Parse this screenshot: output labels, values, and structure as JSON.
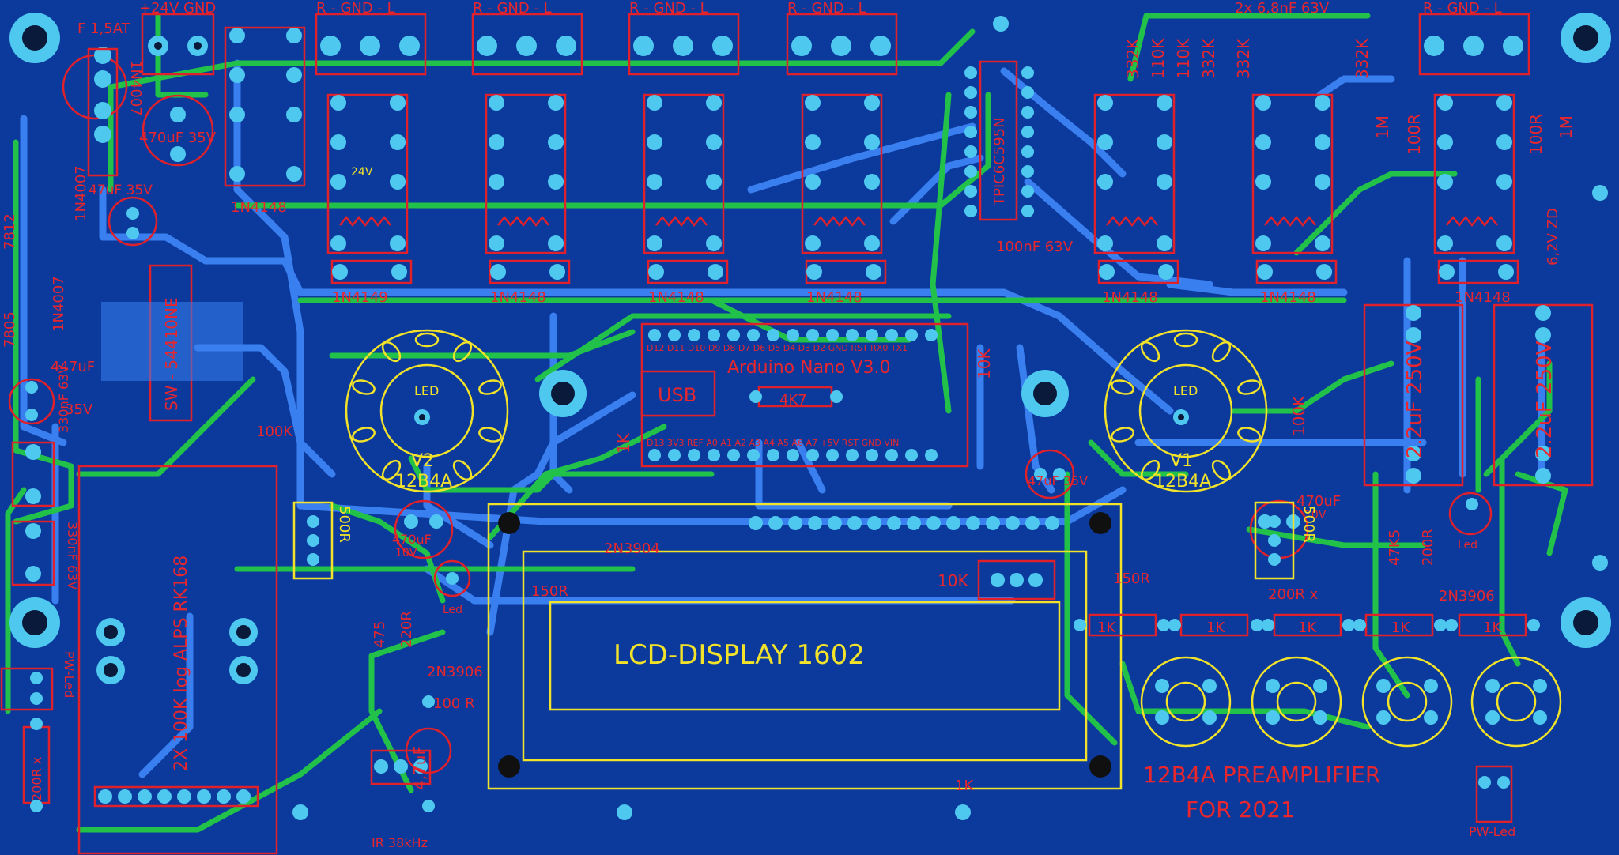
{
  "board": {
    "colors": {
      "background": "#0b3a9c",
      "bottom_copper": "#3a7ff0",
      "top_copper": "#22c24a",
      "silk_red": "#e8262e",
      "silk_yellow": "#f2e22a",
      "pad": "#4fc8f0"
    },
    "connectors": {
      "power": "+24V  GND",
      "rgl1": "R - GND - L",
      "rgl2": "R - GND - L",
      "rgl3": "R - GND - L",
      "rgl4": "R - GND - L",
      "rgl5": "R - GND - L",
      "cap_pair": "2x 6,8nF 63V"
    },
    "labels": {
      "fuse": "F 1,5AT",
      "cap_470_35": "470uF 35V",
      "cap_47_35": "47uF 35V",
      "diode_1n4007_a": "1N4007",
      "diode_1n4007_b": "1N4007",
      "diode_1n4007_c": "1N4007",
      "vreg_7812": "7812",
      "vreg_7805": "7805",
      "cap_447": "447uF",
      "cap_447_v": "35V",
      "cap_330_a": "330nF 63V",
      "cap_330_b": "330nF 63V",
      "rotary_switch": "SW - 54410NE",
      "diode_d1": "1N4148",
      "diode_d2": "1N4149",
      "diode_d3": "1N4148",
      "diode_d4": "1N4148",
      "diode_d5": "1N4148",
      "diode_d6": "1N4148",
      "diode_d7": "1N4148",
      "diode_d8": "1N4148",
      "relay_v": "24V",
      "ic_driver": "TPIC6C595N",
      "cap_100n": "100nF 63V",
      "r_332k_a": "332K",
      "r_110k_a": "110K",
      "r_110k_b": "110K",
      "r_332k_b": "332K",
      "r_332k_c": "332K",
      "r_332k_d": "332K",
      "r_1m_a": "1M",
      "r_100r_a": "100R",
      "r_100r_b": "100R",
      "r_1m_b": "1M",
      "zener": "6,2V ZD",
      "tube_v2": "V2",
      "tube_v1": "V1",
      "tube_type_a": "12B4A",
      "tube_type_b": "12B4A",
      "tube_led_a": "LED",
      "tube_led_b": "LED",
      "arduino": "Arduino Nano V3.0",
      "usb": "USB",
      "r_4k7": "4K7",
      "r_10k_v": "10K",
      "r_1k_v": "1K",
      "r_100k_a": "100K",
      "r_100k_b": "100K",
      "trim_500r_a": "500R",
      "trim_500r_b": "500R",
      "cap_470_10_a": "470uF",
      "cap_470_10_a_v": "10V",
      "cap_470_10_b": "470uF",
      "cap_470_10_b_v": "10V",
      "cap_47_35_b": "47uF 35V",
      "transistor_2n3904": "2N3904",
      "transistor_2n3906_a": "2N3906",
      "transistor_2n3906_b": "2N3906",
      "r_150r_a": "150R",
      "r_150r_b": "150R",
      "r_200r_a": "200R",
      "r_200r_b": "200R x",
      "r_475_a": "475",
      "r_475_b": "47K5",
      "r_220_a": "220R",
      "led_a": "Led",
      "led_b": "Led",
      "trim_10k": "10K",
      "r_100r_c": "100 R",
      "cap_4_7": "4,7uF",
      "ir_receiver": "IR 38kHz",
      "pot": "2X 100K log ALPS RK168",
      "lcd": "LCD-DISPLAY 1602",
      "pw_led_a": "PW-Led",
      "pw_led_b": "PW-Led",
      "r_1k_1": "1K",
      "r_1k_2": "1K",
      "r_1k_3": "1K",
      "r_1k_4": "1K",
      "r_1k_5": "1K",
      "title": "12B4A  PREAMPLIFIER",
      "copyright": "FOR 2021",
      "arduino_top_pins": "D12 D11 D10 D9 D8 D7 D6 D5 D4 D3 D2 GND RST RX0 TX1",
      "arduino_bot_pins": "D13 3V3 REF A0 A1 A2 A3 A4 A5 A6 A7 +5V RST GND VIN"
    }
  }
}
